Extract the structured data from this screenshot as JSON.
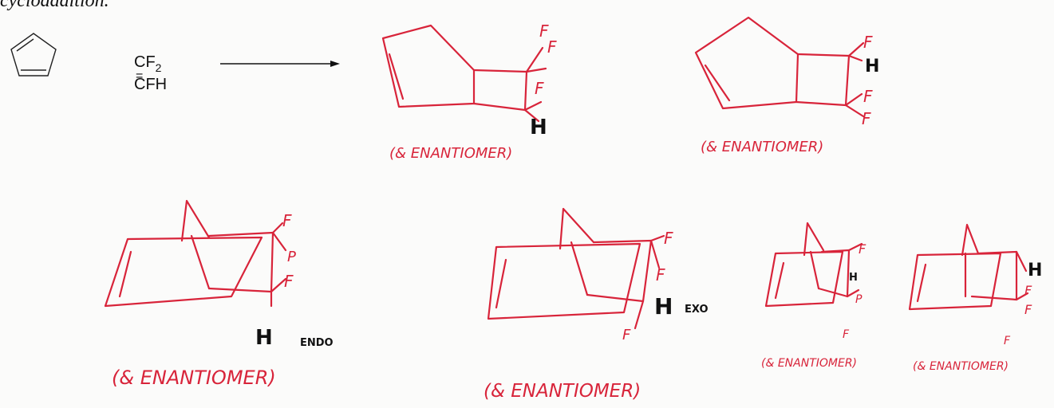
{
  "header": {
    "cut_text": "cycloaddition."
  },
  "reactant": {
    "alkene_top": "CF2",
    "alkene_bottom": "CFH",
    "double_bond": "="
  },
  "labels": {
    "F": "F",
    "H": "H",
    "P": "P",
    "endo": "ENDO",
    "exo": "EXO",
    "enantiomer_1": "(& ENANTIOMER)",
    "enantiomer_2": "(& ENANTIOMER)",
    "enantiomer_3": "(& ENANTIOMER)",
    "enantiomer_4": "(& ENANTIOMER)",
    "enantiomer_5": "(& ENANTIOMER)",
    "enantiomer_6": "(& ENANTIOMER)"
  },
  "colors": {
    "ink": "#d8243a",
    "print": "#111111"
  }
}
